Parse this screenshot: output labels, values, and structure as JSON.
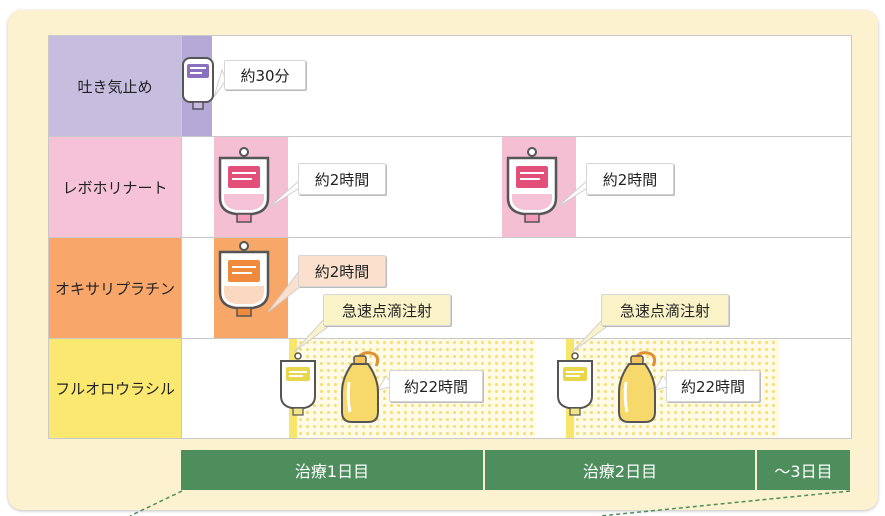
{
  "rows": [
    {
      "label": "吐き気止め",
      "color": "#c6bddf"
    },
    {
      "label": "レボホリナート",
      "color": "#f6c2d7"
    },
    {
      "label": "オキサリプラチン",
      "color": "#f9a66b"
    },
    {
      "label": "フルオロウラシル",
      "color": "#fae870"
    }
  ],
  "callouts": {
    "antiemetic_duration": "約30分",
    "levo_duration_day1": "約2時間",
    "levo_duration_day2": "約2時間",
    "oxali_duration": "約2時間",
    "fu_rapid_day1": "急速点滴注射",
    "fu_rapid_day2": "急速点滴注射",
    "fu_duration_day1": "約22時間",
    "fu_duration_day2": "約22時間"
  },
  "days": [
    "治療1日目",
    "治療2日目",
    "〜3日目"
  ],
  "colors": {
    "antiemetic": "#b3a8d6",
    "levo": "#f5bfd3",
    "oxali": "#f7a868",
    "fu": "#f7e66b",
    "footer": "#4e8d5c"
  },
  "icons": [
    "iv-bag-icon",
    "infusion-bottle-icon"
  ]
}
